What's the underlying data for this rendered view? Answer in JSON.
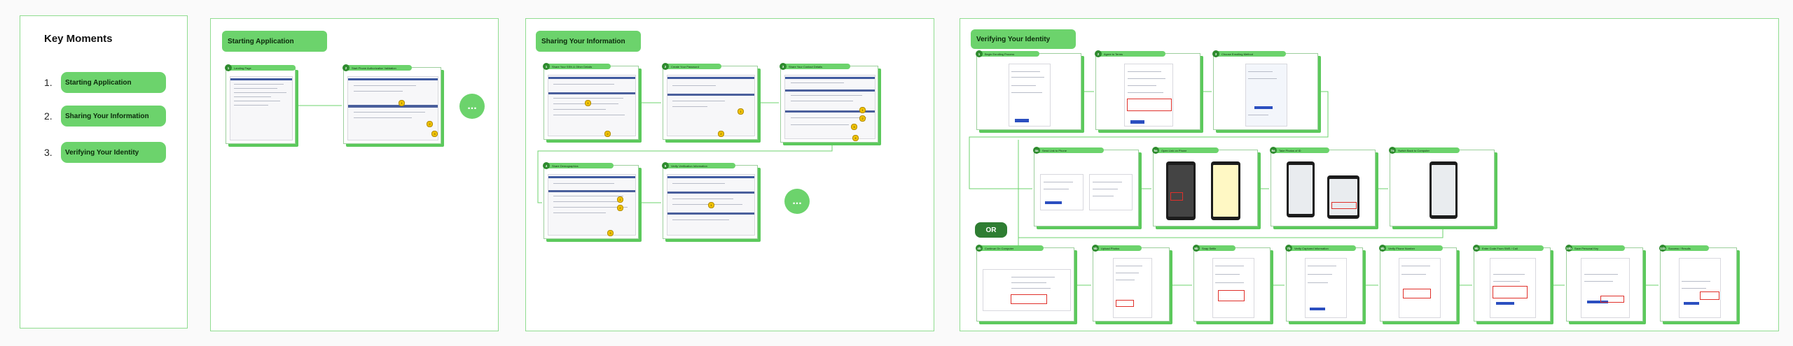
{
  "corner_text": "",
  "key_moments": {
    "title": "Key Moments",
    "items": [
      {
        "num": "1.",
        "label": "Starting Application"
      },
      {
        "num": "2.",
        "label": "Sharing Your Information"
      },
      {
        "num": "3.",
        "label": "Verifying Your Identity"
      }
    ]
  },
  "sections": [
    {
      "title": "Starting Application",
      "steps": [
        {
          "badge": "1",
          "title": "Landing Page"
        },
        {
          "badge": "2",
          "title": "Start Phone Authorization Validation"
        }
      ],
      "more": "..."
    },
    {
      "title": "Sharing Your Information",
      "steps": [
        {
          "badge": "1",
          "title": "Share Your SSN & Other Details"
        },
        {
          "badge": "2",
          "title": "Create Your Password"
        },
        {
          "badge": "3",
          "title": "Share Your Contact Details"
        },
        {
          "badge": "4",
          "title": "Share Demographics"
        },
        {
          "badge": "5",
          "title": "Verify Verification Information"
        }
      ],
      "more": "..."
    },
    {
      "title": "Verifying Your Identity",
      "or_label": "OR",
      "steps": [
        {
          "badge": "1",
          "title": "Begin Enrolling Process"
        },
        {
          "badge": "2",
          "title": "Agree to Terms"
        },
        {
          "badge": "3",
          "title": "Choose Enrolling Method"
        },
        {
          "badge": "4a",
          "title": "Send Link to Phone"
        },
        {
          "badge": "5a",
          "title": "Open Link on Phone"
        },
        {
          "badge": "6a",
          "title": "Take Photos of ID"
        },
        {
          "badge": "7a",
          "title": "Switch Back to Computer"
        },
        {
          "badge": "4b",
          "title": "Continue On Computer"
        },
        {
          "badge": "5b",
          "title": "Upload Photos"
        },
        {
          "badge": "6b",
          "title": "Snap Selfie"
        },
        {
          "badge": "7b",
          "title": "Verify Captured Information"
        },
        {
          "badge": "8b",
          "title": "Verify Phone Number"
        },
        {
          "badge": "9b",
          "title": "Enter Code From SMS / Call"
        },
        {
          "badge": "10b",
          "title": "Save Personal Key"
        },
        {
          "badge": "11b",
          "title": "Success / Results"
        }
      ]
    }
  ]
}
